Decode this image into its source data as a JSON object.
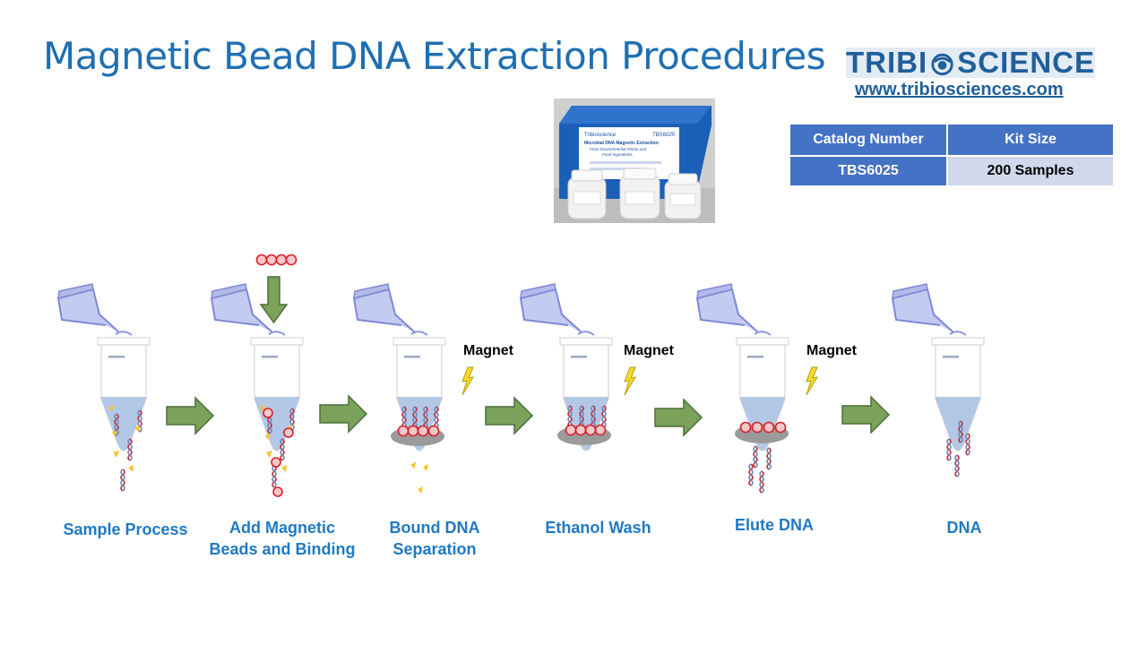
{
  "title": "Magnetic Bead DNA Extraction Procedures",
  "brand": {
    "left": "TRIBI",
    "right": "SCIENCE",
    "website": "www.tribiosciences.com"
  },
  "product_photo": {
    "box_text": [
      "Tribioscience",
      "TBS6025",
      "Microbial DNA Magnetic Extraction",
      "From Environmental Plants and",
      "Food Ingredients"
    ]
  },
  "kit_table": {
    "headers": [
      "Catalog Number",
      "Kit Size"
    ],
    "rows": [
      [
        "TBS6025",
        "200 Samples"
      ]
    ]
  },
  "steps": [
    {
      "line1": "Sample Process",
      "line2": ""
    },
    {
      "line1": "Add Magnetic",
      "line2": "Beads and Binding"
    },
    {
      "line1": "Bound DNA",
      "line2": "Separation"
    },
    {
      "line1": "Ethanol Wash",
      "line2": ""
    },
    {
      "line1": "Elute DNA",
      "line2": ""
    },
    {
      "line1": "DNA",
      "line2": ""
    }
  ],
  "magnet_label": "Magnet",
  "colors": {
    "title": "#1f6fb2",
    "arrow_fill": "#7aa25a",
    "liquid": "#b3c8e6",
    "bead_fill": "#f7c8c8",
    "bead_stroke": "#d8202a",
    "particle": "#f5c530",
    "magnet_ring": "#9a9a9a",
    "step_label": "#1f79c4"
  }
}
